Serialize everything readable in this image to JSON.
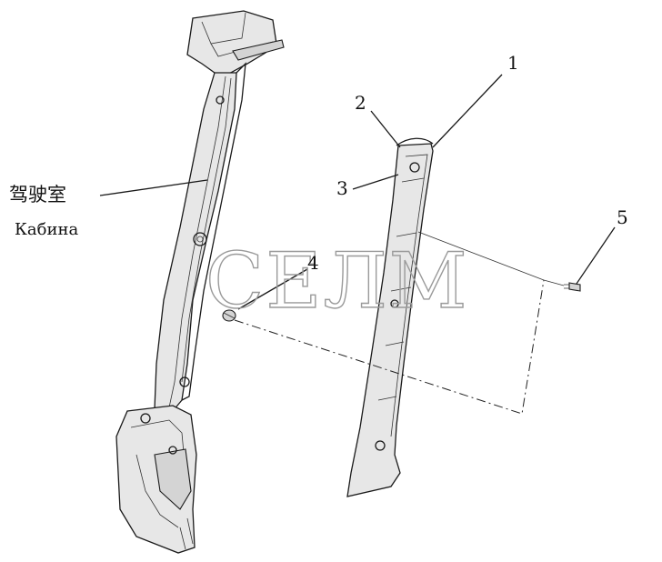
{
  "labels": {
    "cabin_cn": "驾驶室",
    "cabin_ru": "Кабина",
    "callouts": [
      "1",
      "2",
      "3",
      "4",
      "5"
    ]
  },
  "watermark": "СЕЛМ"
}
